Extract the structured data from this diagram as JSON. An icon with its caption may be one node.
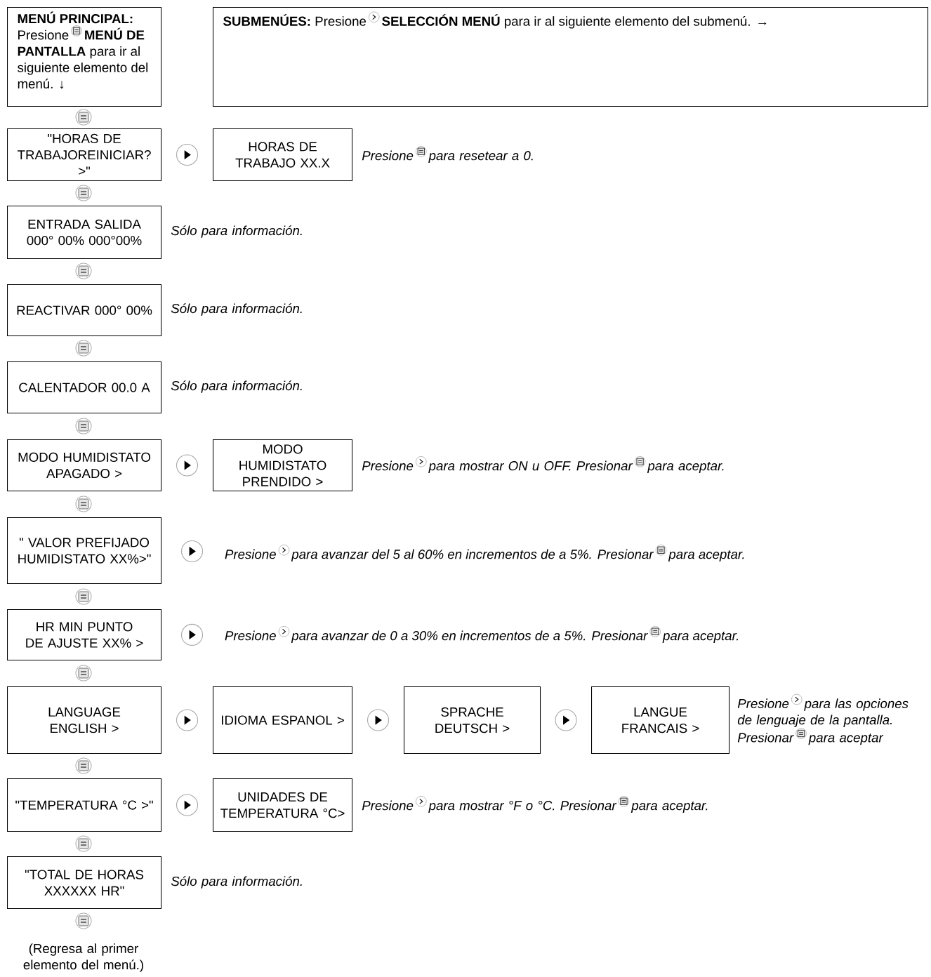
{
  "diagram": {
    "nodes": [
      {
        "text": [
          "**MENÚ PRINCIPAL:** Presione",
          "**MENÚ DE PANTALLA** para ir al siguiente elemento del menú. ↓"
        ]
      },
      {
        "text": [
          "**SUBMENÚES:** Presione",
          "**SELECCIÓN MENÚ** para ir al siguiente elemento del submenú. →"
        ]
      },
      {
        "text": [
          "\"HORAS DE TRABAJOREINICIAR? >\""
        ]
      },
      {
        "text": [
          "HORAS DE TRABAJO XX.X"
        ],
        "beside": [
          "Presione",
          "para resetear a 0."
        ]
      },
      {
        "text": [
          "ENTRADA SALIDA 000° 00% 000°00%"
        ],
        "beside": [
          "Sólo para información."
        ]
      },
      {
        "text": [
          "REACTIVAR 000° 00%"
        ],
        "beside": [
          "Sólo para información."
        ]
      },
      {
        "text": [
          "CALENTADOR 00.0 A"
        ],
        "beside": [
          "Sólo para información."
        ]
      },
      {
        "text": [
          "MODO HUMIDISTATO APAGADO >"
        ]
      },
      {
        "text": [
          "MODO HUMIDISTATO PRENDIDO >"
        ],
        "beside": [
          "Presione",
          "para mostrar ON u OFF. Presionar",
          "para aceptar."
        ]
      },
      {
        "text": [
          "\" VALOR PREFIJADO HUMIDISTATO XX%>\""
        ]
      },
      {
        "text": [
          "Presione",
          "para avanzar del 5 al 60% en incrementos de a 5%. Presionar",
          "para aceptar."
        ]
      },
      {
        "text": [
          "HR MIN PUNTO DE AJUSTE XX% >"
        ]
      },
      {
        "text": [
          "Presione",
          "para avanzar de 0 a 30% en incrementos de a 5%. Presionar",
          "para aceptar."
        ]
      },
      {
        "text": [
          "LANGUAGE ENGLISH >"
        ]
      },
      {
        "text": [
          "IDIOMA ESPANOL >"
        ]
      },
      {
        "text": [
          "SPRACHE DEUTSCH >"
        ]
      },
      {
        "text": [
          "LANGUE FRANCAIS >"
        ],
        "beside": [
          "Presione",
          "para las opciones de lenguaje de la pantalla. Presionar",
          "para aceptar"
        ]
      },
      {
        "text": [
          "\"TEMPERATURA °C >\""
        ]
      },
      {
        "text": [
          "UNIDADES DE TEMPERATURA °C>"
        ],
        "beside": [
          "Presione",
          "para mostrar °F o °C. Presionar",
          "para aceptar."
        ]
      },
      {
        "text": [
          "\"TOTAL DE HORAS XXXXXX HR\""
        ],
        "beside": [
          "Sólo para información."
        ]
      }
    ],
    "edges": [
      {
        "from": 2,
        "to": 3,
        "arrow": "to"
      },
      {
        "from": 7,
        "to": 8,
        "arrow": "to"
      },
      {
        "from": 9,
        "to": 10,
        "arrow": "to"
      },
      {
        "from": 11,
        "to": 12,
        "arrow": "to"
      },
      {
        "from": 13,
        "to": 14,
        "arrow": "to"
      },
      {
        "from": 14,
        "to": 15,
        "arrow": "to"
      },
      {
        "from": 15,
        "to": 16,
        "arrow": "to"
      },
      {
        "from": 17,
        "to": 18,
        "arrow": "to"
      }
    ],
    "labels": [
      "(Regresa al primer elemento del menú.)"
    ]
  }
}
